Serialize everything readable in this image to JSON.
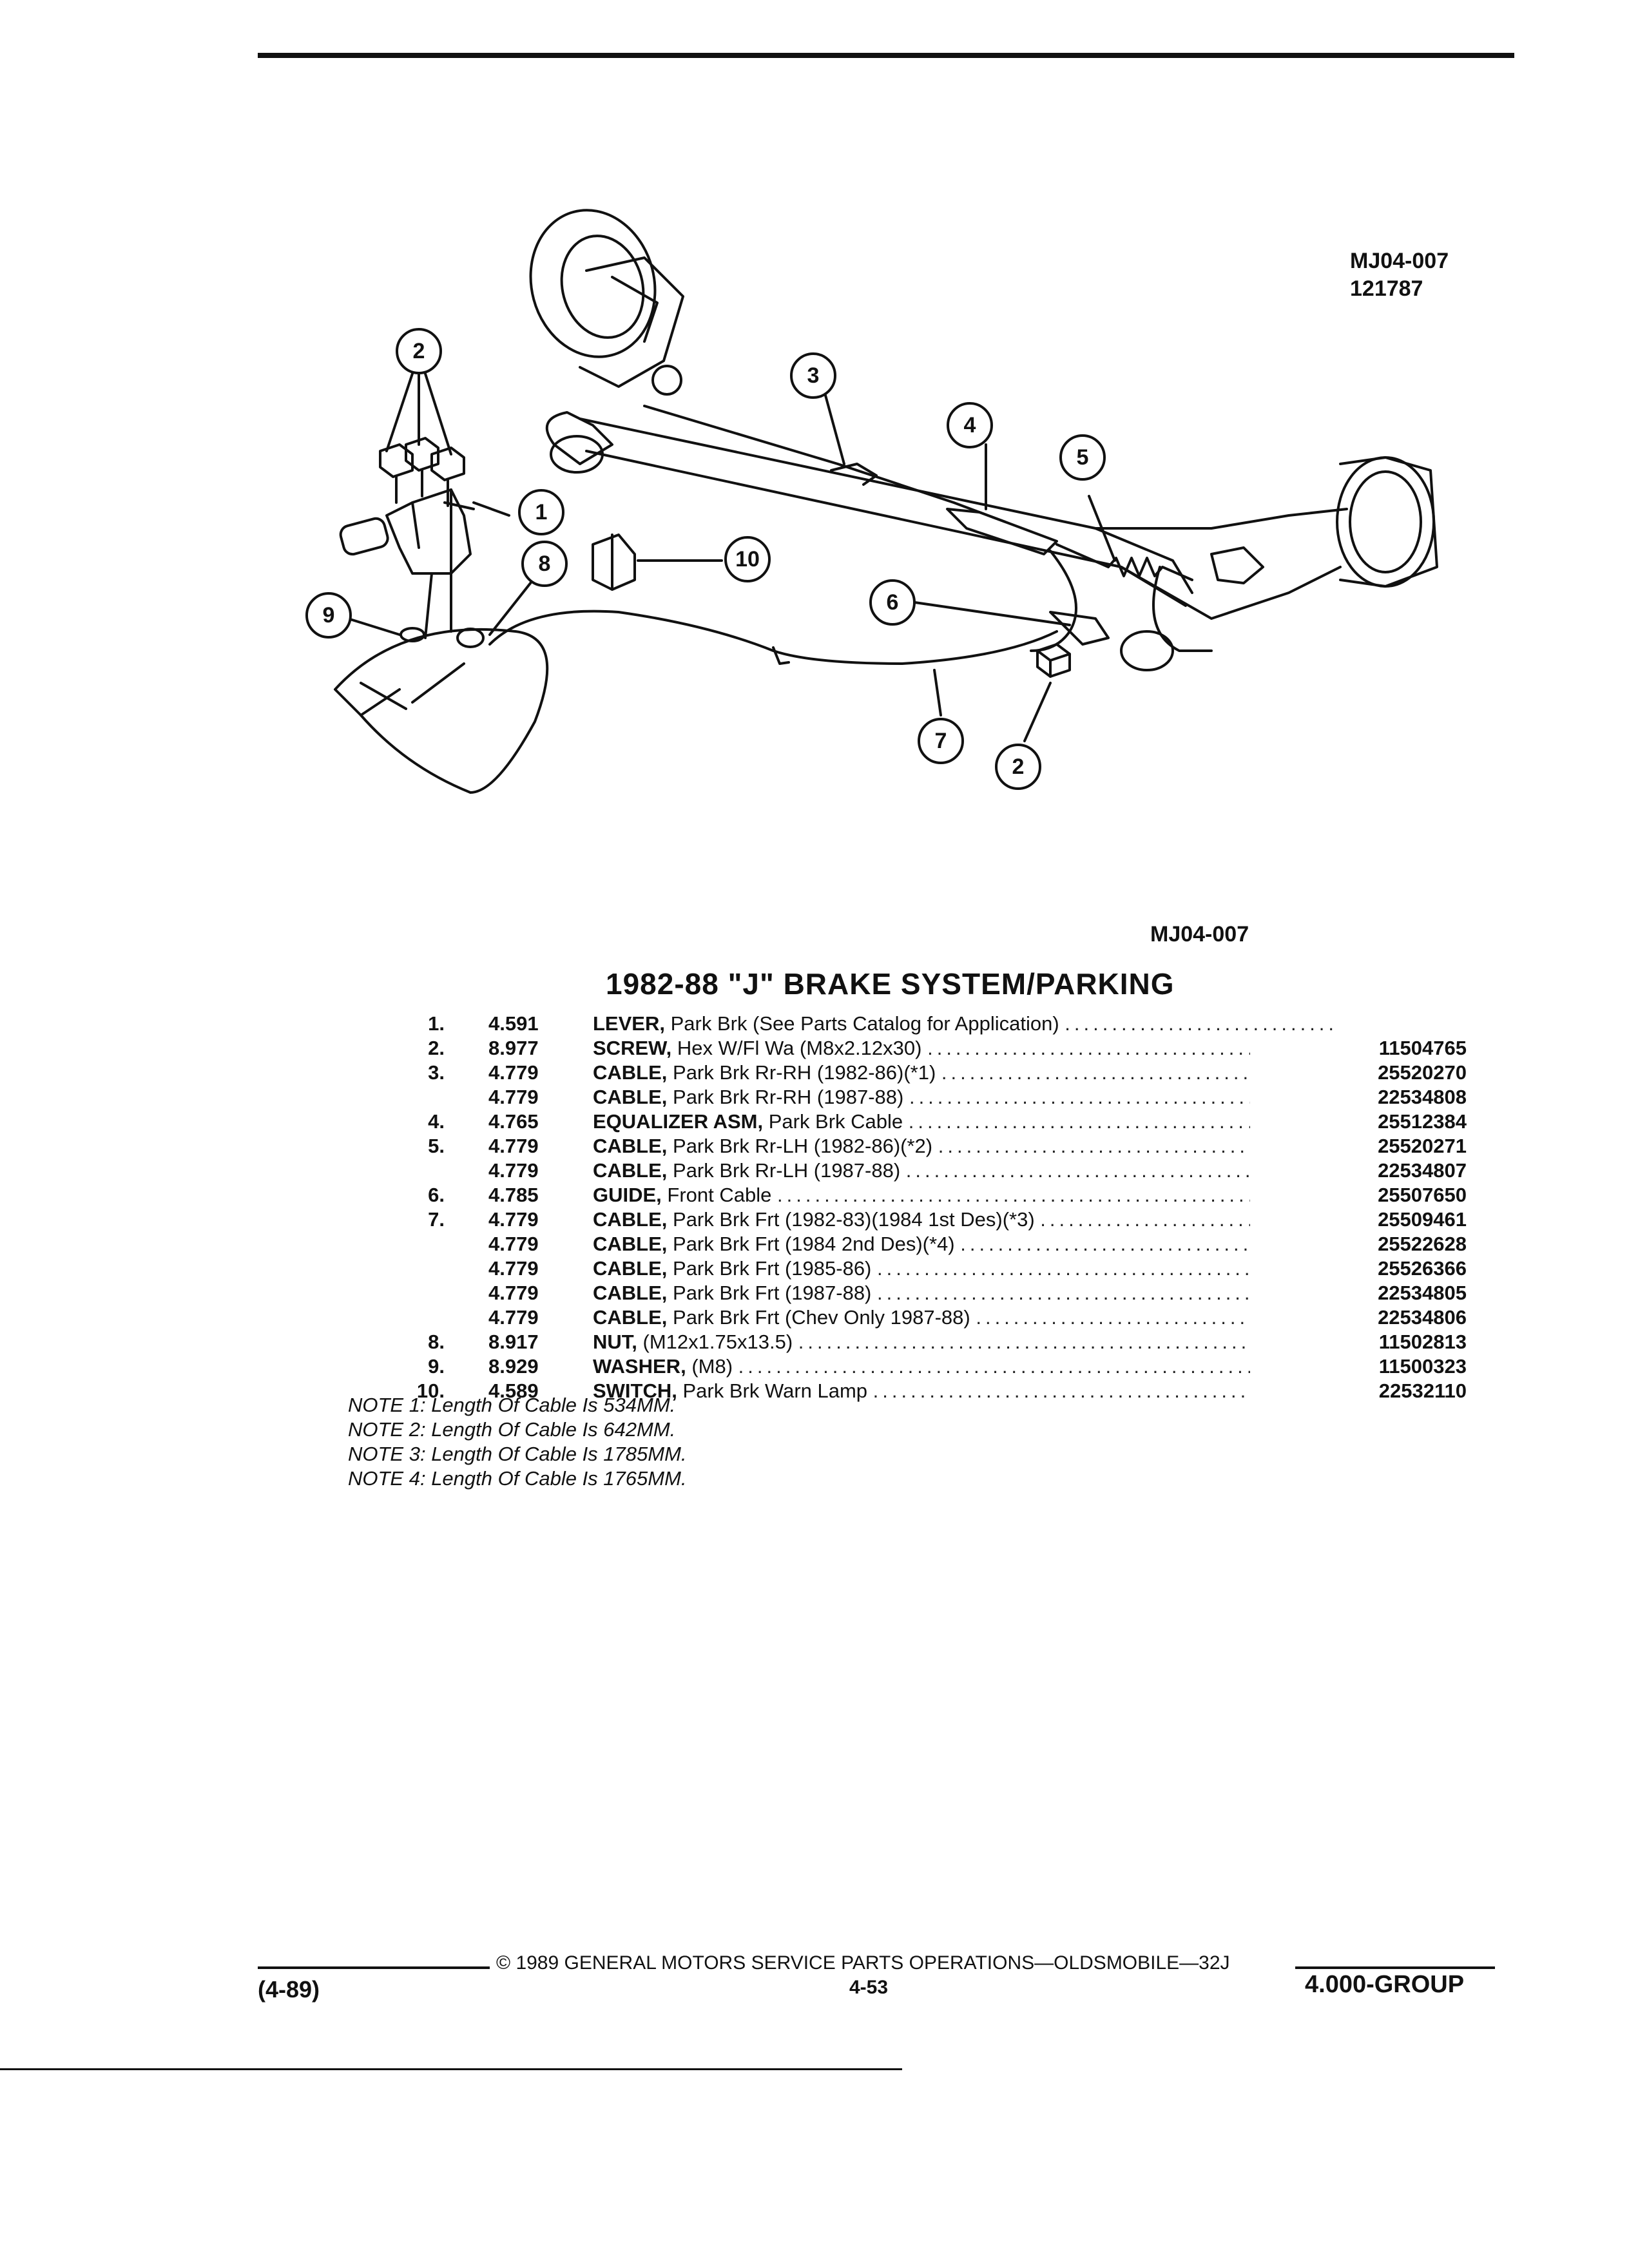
{
  "header": {
    "figure_code": "MJ04-007",
    "figure_date": "121787"
  },
  "diagram": {
    "callouts": [
      "1",
      "2",
      "3",
      "4",
      "5",
      "6",
      "7",
      "8",
      "9",
      "10",
      "2"
    ],
    "caption": "MJ04-007"
  },
  "title": "1982-88 \"J\" BRAKE SYSTEM/PARKING",
  "parts": [
    {
      "num": "1.",
      "group": "4.591",
      "name": "LEVER,",
      "desc": "Park Brk (See Parts Catalog for Application)",
      "part_no": ""
    },
    {
      "num": "2.",
      "group": "8.977",
      "name": "SCREW,",
      "desc": "Hex W/Fl Wa (M8x2.12x30)",
      "part_no": "11504765"
    },
    {
      "num": "3.",
      "group": "4.779",
      "name": "CABLE,",
      "desc": "Park Brk Rr-RH (1982-86)(*1)",
      "part_no": "25520270"
    },
    {
      "num": "",
      "group": "4.779",
      "name": "CABLE,",
      "desc": "Park Brk Rr-RH (1987-88)",
      "part_no": "22534808"
    },
    {
      "num": "4.",
      "group": "4.765",
      "name": "EQUALIZER ASM,",
      "desc": "Park Brk Cable",
      "part_no": "25512384"
    },
    {
      "num": "5.",
      "group": "4.779",
      "name": "CABLE,",
      "desc": "Park Brk Rr-LH (1982-86)(*2)",
      "part_no": "25520271"
    },
    {
      "num": "",
      "group": "4.779",
      "name": "CABLE,",
      "desc": "Park Brk Rr-LH (1987-88)",
      "part_no": "22534807"
    },
    {
      "num": "6.",
      "group": "4.785",
      "name": "GUIDE,",
      "desc": "Front Cable",
      "part_no": "25507650"
    },
    {
      "num": "7.",
      "group": "4.779",
      "name": "CABLE,",
      "desc": "Park Brk Frt (1982-83)(1984 1st Des)(*3)",
      "part_no": "25509461"
    },
    {
      "num": "",
      "group": "4.779",
      "name": "CABLE,",
      "desc": "Park Brk Frt (1984 2nd Des)(*4)",
      "part_no": "25522628"
    },
    {
      "num": "",
      "group": "4.779",
      "name": "CABLE,",
      "desc": "Park Brk Frt (1985-86)",
      "part_no": "25526366"
    },
    {
      "num": "",
      "group": "4.779",
      "name": "CABLE,",
      "desc": "Park Brk Frt (1987-88)",
      "part_no": "22534805"
    },
    {
      "num": "",
      "group": "4.779",
      "name": "CABLE,",
      "desc": "Park Brk Frt (Chev Only 1987-88)",
      "part_no": "22534806"
    },
    {
      "num": "8.",
      "group": "8.917",
      "name": "NUT,",
      "desc": "(M12x1.75x13.5)",
      "part_no": "11502813"
    },
    {
      "num": "9.",
      "group": "8.929",
      "name": "WASHER,",
      "desc": "(M8)",
      "part_no": "11500323"
    },
    {
      "num": "10.",
      "group": "4.589",
      "name": "SWITCH,",
      "desc": "Park Brk Warn Lamp",
      "part_no": "22532110"
    }
  ],
  "notes": [
    "NOTE 1: Length Of Cable Is 534MM.",
    "NOTE 2: Length Of Cable Is 642MM.",
    "NOTE 3: Length Of Cable Is 1785MM.",
    "NOTE 4: Length Of Cable Is 1765MM."
  ],
  "footer": {
    "copyright": "© 1989 GENERAL MOTORS SERVICE PARTS OPERATIONS—OLDSMOBILE—32J",
    "page": "4-53",
    "date": "(4-89)",
    "group": "4.000-GROUP"
  }
}
